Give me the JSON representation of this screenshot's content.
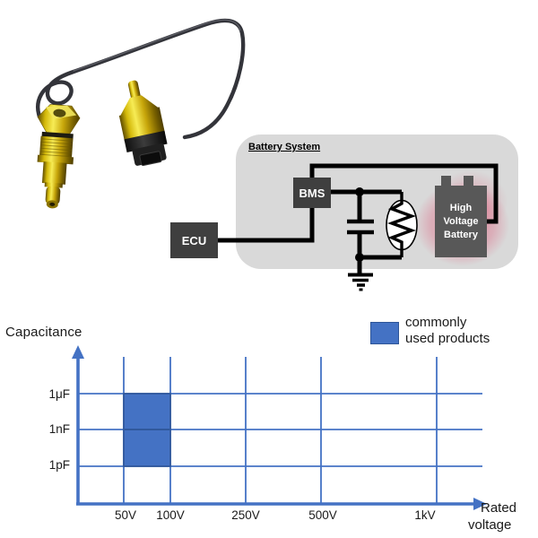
{
  "diagram": {
    "title": "Battery System",
    "ecu_label": "ECU",
    "bms_label": "BMS",
    "battery_label": "High\nVoltage\nBattery",
    "colors": {
      "panel": "#d9d9d9",
      "module_box": "#3f3f3f",
      "battery_box": "#585858",
      "wire": "#000000",
      "glow": "#de3e64"
    }
  },
  "chart_data": {
    "type": "area",
    "title": "",
    "ylabel": "Capacitance",
    "xlabel": "Rated\nvoltage",
    "x_ticks": [
      "50V",
      "100V",
      "250V",
      "500V",
      "1kV"
    ],
    "y_ticks": [
      "1pF",
      "1nF",
      "1μF"
    ],
    "grid": true,
    "axis_color": "#4472c4",
    "highlight_region": {
      "x_from": "50V",
      "x_to": "100V",
      "y_from": "1pF",
      "y_to": "1μF",
      "fill": "#4472c4",
      "border": "#2e5597",
      "meaning": "commonly used products"
    },
    "legend": {
      "position": "top-right",
      "swatch_color": "#4472c4",
      "label": "commonly\nused products"
    }
  }
}
